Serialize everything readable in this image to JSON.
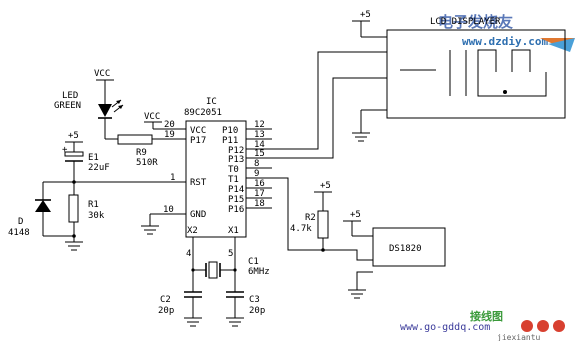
{
  "watermarks": {
    "top_brand": "电子发烧友",
    "top_url": "www.dzdiy.com",
    "bottom_brand": "接线图",
    "bottom_url": "www.go-gddq.com",
    "bottom_site": "jiexiantu"
  },
  "ic": {
    "name": "IC",
    "part": "89C2051",
    "left_pins": [
      {
        "number": "20",
        "label": "VCC"
      },
      {
        "number": "19",
        "label": "P17"
      },
      {
        "number": "1",
        "label": "RST"
      },
      {
        "number": "10",
        "label": "GND"
      }
    ],
    "right_pins": [
      {
        "number": "12",
        "label": "P10"
      },
      {
        "number": "13",
        "label": "P11"
      },
      {
        "number": "14",
        "label": "P12"
      },
      {
        "number": "15",
        "label": "P13"
      },
      {
        "number": "8",
        "label": "T0"
      },
      {
        "number": "9",
        "label": "T1"
      },
      {
        "number": "16",
        "label": "P14"
      },
      {
        "number": "17",
        "label": "P15"
      },
      {
        "number": "18",
        "label": "P16"
      }
    ],
    "bottom_pins": [
      {
        "number": "4",
        "label": "X2"
      },
      {
        "number": "5",
        "label": "X1"
      }
    ]
  },
  "components": {
    "led": {
      "line1": "LED",
      "line2": "GREEN"
    },
    "vcc_led": "VCC",
    "vcc_ic": "VCC",
    "r9": {
      "ref": "R9",
      "value": "510R"
    },
    "e1": {
      "ref": "E1",
      "value": "22uF",
      "plus": "+"
    },
    "r1": {
      "ref": "R1",
      "value": "30k"
    },
    "d": {
      "ref": "D",
      "value": "4148"
    },
    "r2": {
      "ref": "R2",
      "value": "4.7k"
    },
    "c1": {
      "ref": "C1",
      "value": "6MHz"
    },
    "c2": {
      "ref": "C2",
      "value": "20p"
    },
    "c3": {
      "ref": "C3",
      "value": "20p"
    },
    "supply_e1": "+5",
    "supply_r2": "+5",
    "supply_ds": "+5",
    "supply_lcd": "+5"
  },
  "lcd": {
    "label": "LCD DISPLAYER"
  },
  "sensor": {
    "label": "DS1820"
  }
}
